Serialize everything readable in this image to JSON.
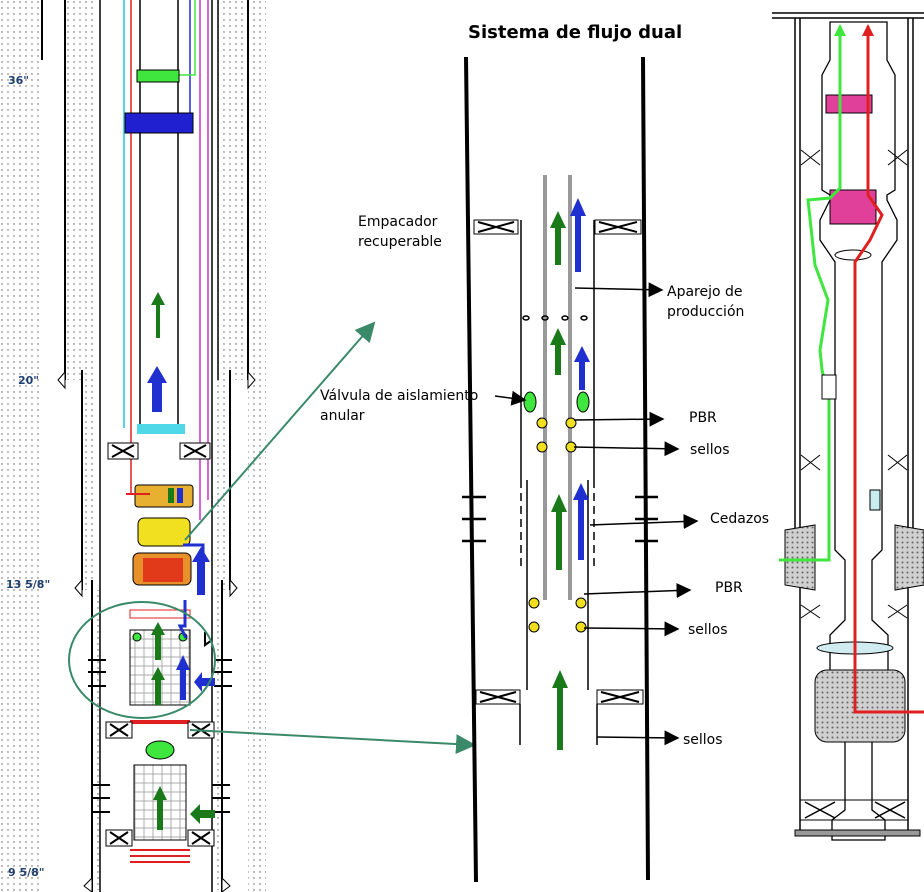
{
  "title": "Sistema de flujo dual",
  "casing_sizes": [
    "36\"",
    "20\"",
    "13 5/8\"",
    "9 5/8\""
  ],
  "labels": {
    "empacador": [
      "Empacador",
      "recuperable"
    ],
    "aparejo": [
      "Aparejo de",
      "producción"
    ],
    "valvula": [
      "Válvula de aislamiento",
      "anular"
    ],
    "pbr_upper": "PBR",
    "sellos_upper": "sellos",
    "cedazos": "Cedazos",
    "pbr_lower": "PBR",
    "sellos_lower": "sellos",
    "sellos_bottom": "sellos"
  },
  "colors": {
    "green_flow": "#1a7a1a",
    "blue_flow": "#1f2fd0",
    "red_line": "#e02020",
    "lime_line": "#3ee63e",
    "cyan": "#4fd8e8",
    "magenta_line": "#cc33cc",
    "callout": "#3a8a6a",
    "packer_pink": "#e0409a",
    "yellow": "#f0e020",
    "orange": "#e8902a",
    "size_text": "#1f3f6f"
  }
}
